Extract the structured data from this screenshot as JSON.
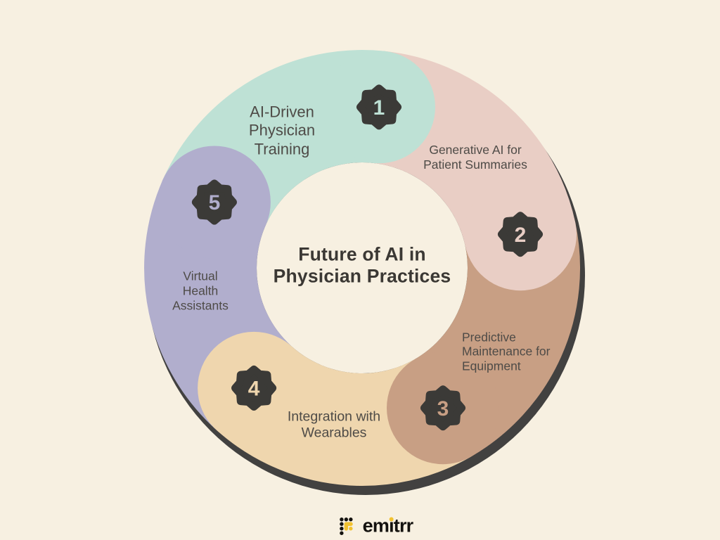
{
  "infographic": {
    "title": "Future of AI in Physician Practices",
    "title_lines": [
      "Future of AI in",
      "Physician Practices"
    ]
  },
  "segments": [
    {
      "number": "1",
      "label": "AI-Driven Physician Training",
      "lines": [
        "AI-Driven",
        "Physician",
        "Training"
      ],
      "color": "#bee1d5"
    },
    {
      "number": "2",
      "label": "Generative AI for Patient Summaries",
      "lines": [
        "Generative AI for",
        "Patient Summaries"
      ],
      "color": "#e9cec5"
    },
    {
      "number": "3",
      "label": "Predictive Maintenance for Equipment",
      "lines": [
        "Predictive",
        "Maintenance for",
        "Equipment"
      ],
      "color": "#c89f84"
    },
    {
      "number": "4",
      "label": "Integration with Wearables",
      "lines": [
        "Integration with",
        "Wearables"
      ],
      "color": "#efd6ae"
    },
    {
      "number": "5",
      "label": "Virtual Health Assistants",
      "lines": [
        "Virtual",
        "Health",
        "Assistants"
      ],
      "color": "#b1aecd"
    }
  ],
  "brand": {
    "name": "emitrr",
    "name_start": "em",
    "name_i": "i",
    "name_end": "trr"
  },
  "colors": {
    "background": "#f7f0e1",
    "shadow": "#424140",
    "badge": "#3b3a37",
    "label_text": "#4e4b47",
    "title_text": "#3b3834",
    "logo_yellow": "#f2c230",
    "logo_black": "#14120f"
  }
}
